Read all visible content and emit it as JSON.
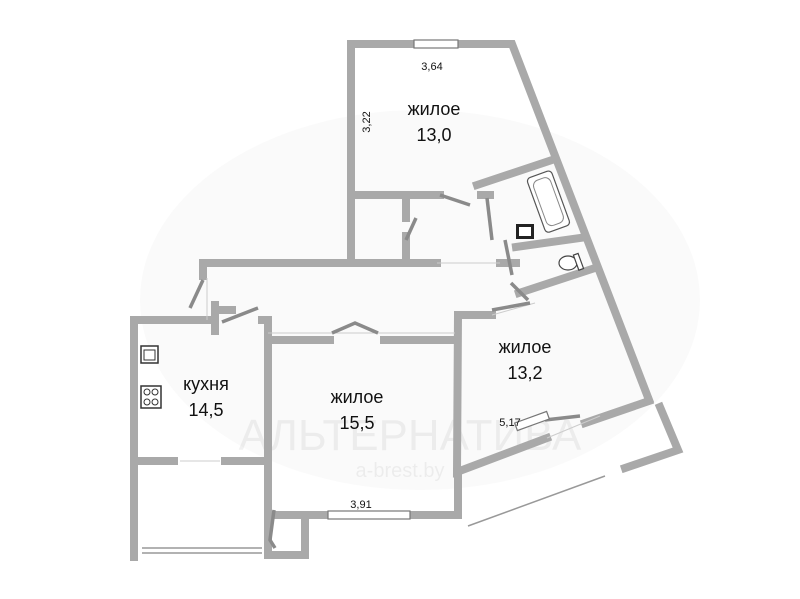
{
  "rooms": [
    {
      "name": "жилое",
      "area": "13,0"
    },
    {
      "name": "жилое",
      "area": "13,2"
    },
    {
      "name": "жилое",
      "area": "15,5"
    },
    {
      "name": "кухня",
      "area": "14,5"
    }
  ],
  "dimensions": {
    "top_room_width": "3,64",
    "top_room_depth": "3,22",
    "right_room_width": "5,17",
    "middle_room_width": "3,91"
  },
  "watermark": {
    "brand": "АЛЬТЕРНАТИВА",
    "site": "a-brest.by"
  },
  "colors": {
    "wall": "#a9a9a9"
  }
}
